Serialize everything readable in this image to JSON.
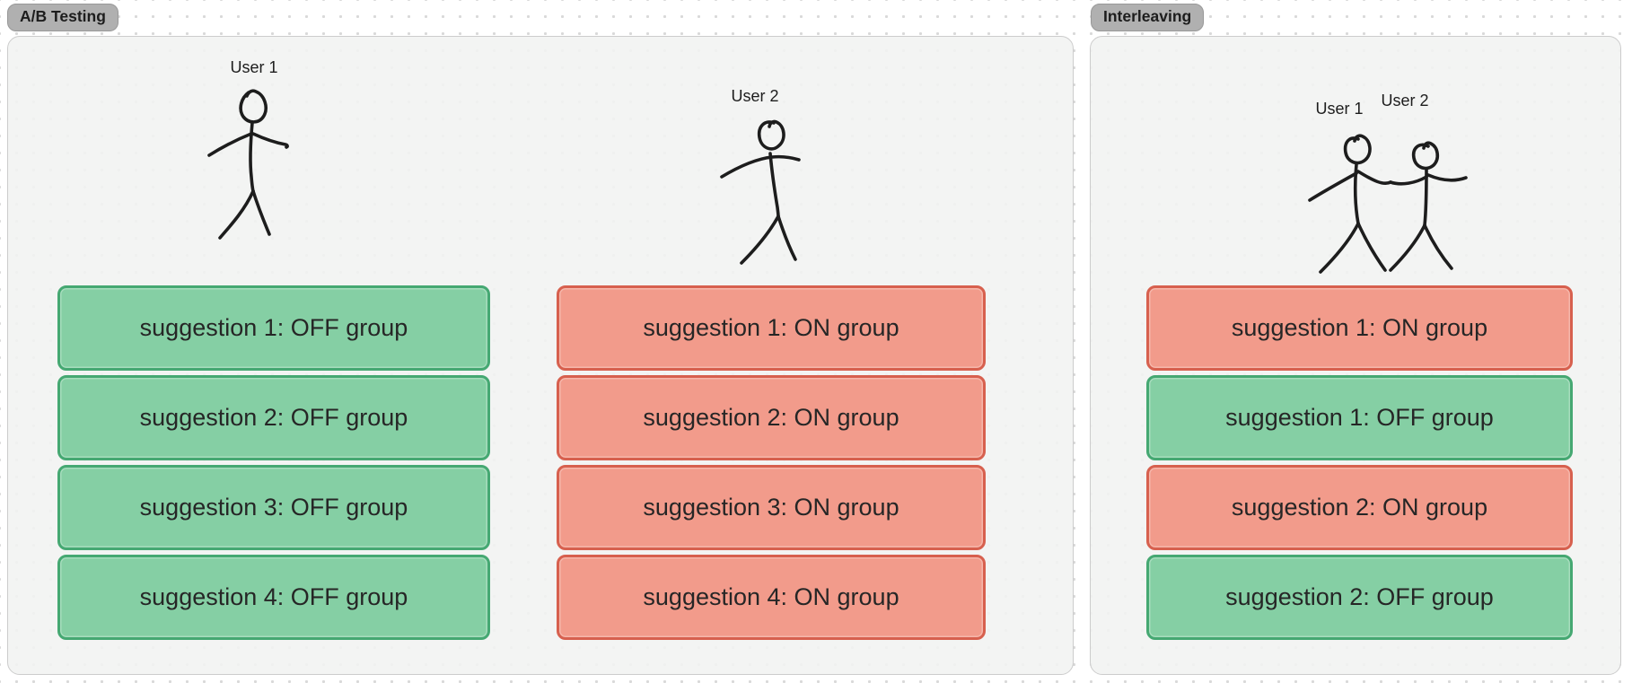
{
  "colors": {
    "page_bg": "#ffffff",
    "dot": "#d9d9d9",
    "panel_bg": "#f1f2f1",
    "panel_border": "#cccccc",
    "badge_bg": "#b0b0b0",
    "badge_border": "#989898",
    "ink": "#1d1d1d",
    "off_fill": "#85cfa4",
    "off_border": "#45a872",
    "on_fill": "#f29b8b",
    "on_border": "#d7604e"
  },
  "icons": {
    "stick_figure_single": "hand-drawn stick person",
    "stick_figure_pair": "two hand-drawn stick people holding hands"
  },
  "panels": {
    "ab": {
      "badge": "A/B Testing",
      "columns": [
        {
          "user": "User 1",
          "boxes": [
            {
              "label": "suggestion 1: OFF group",
              "variant": "off"
            },
            {
              "label": "suggestion 2: OFF group",
              "variant": "off"
            },
            {
              "label": "suggestion 3: OFF group",
              "variant": "off"
            },
            {
              "label": "suggestion 4: OFF group",
              "variant": "off"
            }
          ]
        },
        {
          "user": "User 2",
          "boxes": [
            {
              "label": "suggestion 1: ON group",
              "variant": "on"
            },
            {
              "label": "suggestion 2: ON group",
              "variant": "on"
            },
            {
              "label": "suggestion 3: ON group",
              "variant": "on"
            },
            {
              "label": "suggestion 4: ON group",
              "variant": "on"
            }
          ]
        }
      ]
    },
    "interleaving": {
      "badge": "Interleaving",
      "users": [
        {
          "label": "User 1"
        },
        {
          "label": "User 2"
        }
      ],
      "boxes": [
        {
          "label": "suggestion 1: ON group",
          "variant": "on"
        },
        {
          "label": "suggestion 1: OFF group",
          "variant": "off"
        },
        {
          "label": "suggestion 2: ON group",
          "variant": "on"
        },
        {
          "label": "suggestion 2: OFF group",
          "variant": "off"
        }
      ]
    }
  }
}
